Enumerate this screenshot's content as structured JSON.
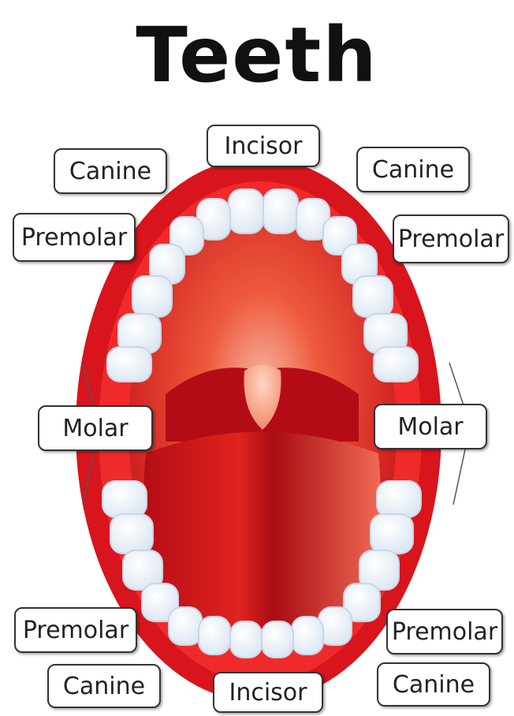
{
  "title": "Teeth",
  "labels": {
    "incisor_top": "Incisor",
    "canine_top_left": "Canine",
    "canine_top_right": "Canine",
    "premolar_top_left": "Premolar",
    "premolar_top_right": "Premolar",
    "molar_left": "Molar",
    "molar_right": "Molar",
    "premolar_bottom_left": "Premolar",
    "premolar_bottom_right": "Premolar",
    "canine_bottom_left": "Canine",
    "canine_bottom_right": "Canine",
    "incisor_bottom": "Incisor"
  },
  "colors": {
    "lip": "#d8141c",
    "mouth_interior": "#e2231f",
    "tongue": "#c8121a",
    "tooth": "#ffffff",
    "label_border": "#333333"
  }
}
